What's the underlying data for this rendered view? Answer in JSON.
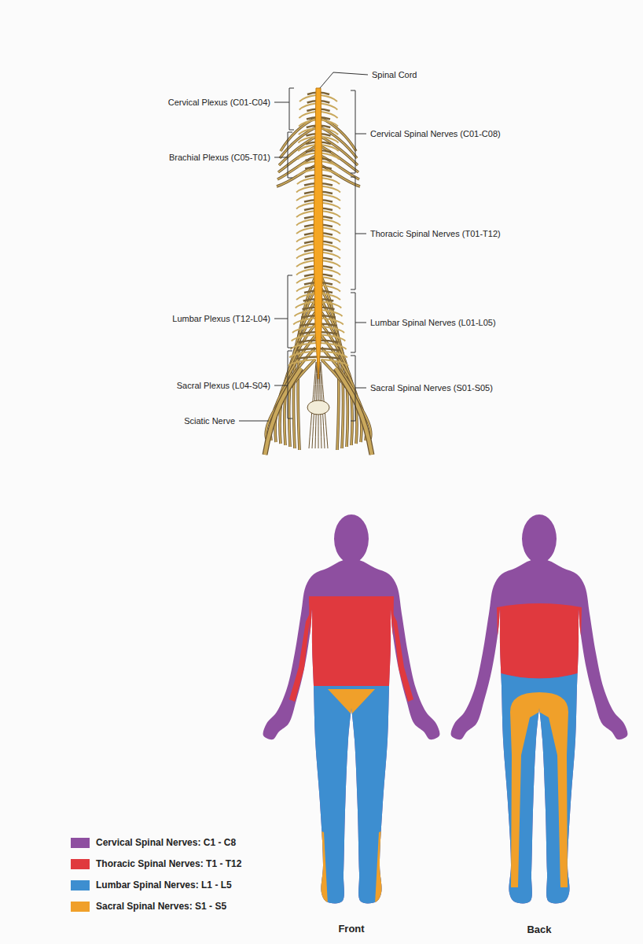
{
  "diagram": {
    "labels": [
      "Spinal Cord",
      "Cervical Plexus (C01-C04)",
      "Cervical Spinal Nerves (C01-C08)",
      "Brachial Plexus (C05-T01)",
      "Thoracic Spinal Nerves (T01-T12)",
      "Lumbar Plexus (T12-L04)",
      "Lumbar Spinal Nerves (L01-L05)",
      "Sacral Plexus (L04-S04)",
      "Sacral Spinal Nerves (S01-S05)",
      "Sciatic Nerve",
      "Front",
      "Back"
    ],
    "legend": [
      {
        "text": "Cervical Spinal Nerves: C1 - C8",
        "color": "#8e4fa0"
      },
      {
        "text": "Thoracic Spinal Nerves: T1 - T12",
        "color": "#e0393e"
      },
      {
        "text": "Lumbar Spinal Nerves: L1 - L5",
        "color": "#3d8ed0"
      },
      {
        "text": "Sacral Spinal Nerves: S1 - S5",
        "color": "#f0a02a"
      }
    ]
  }
}
